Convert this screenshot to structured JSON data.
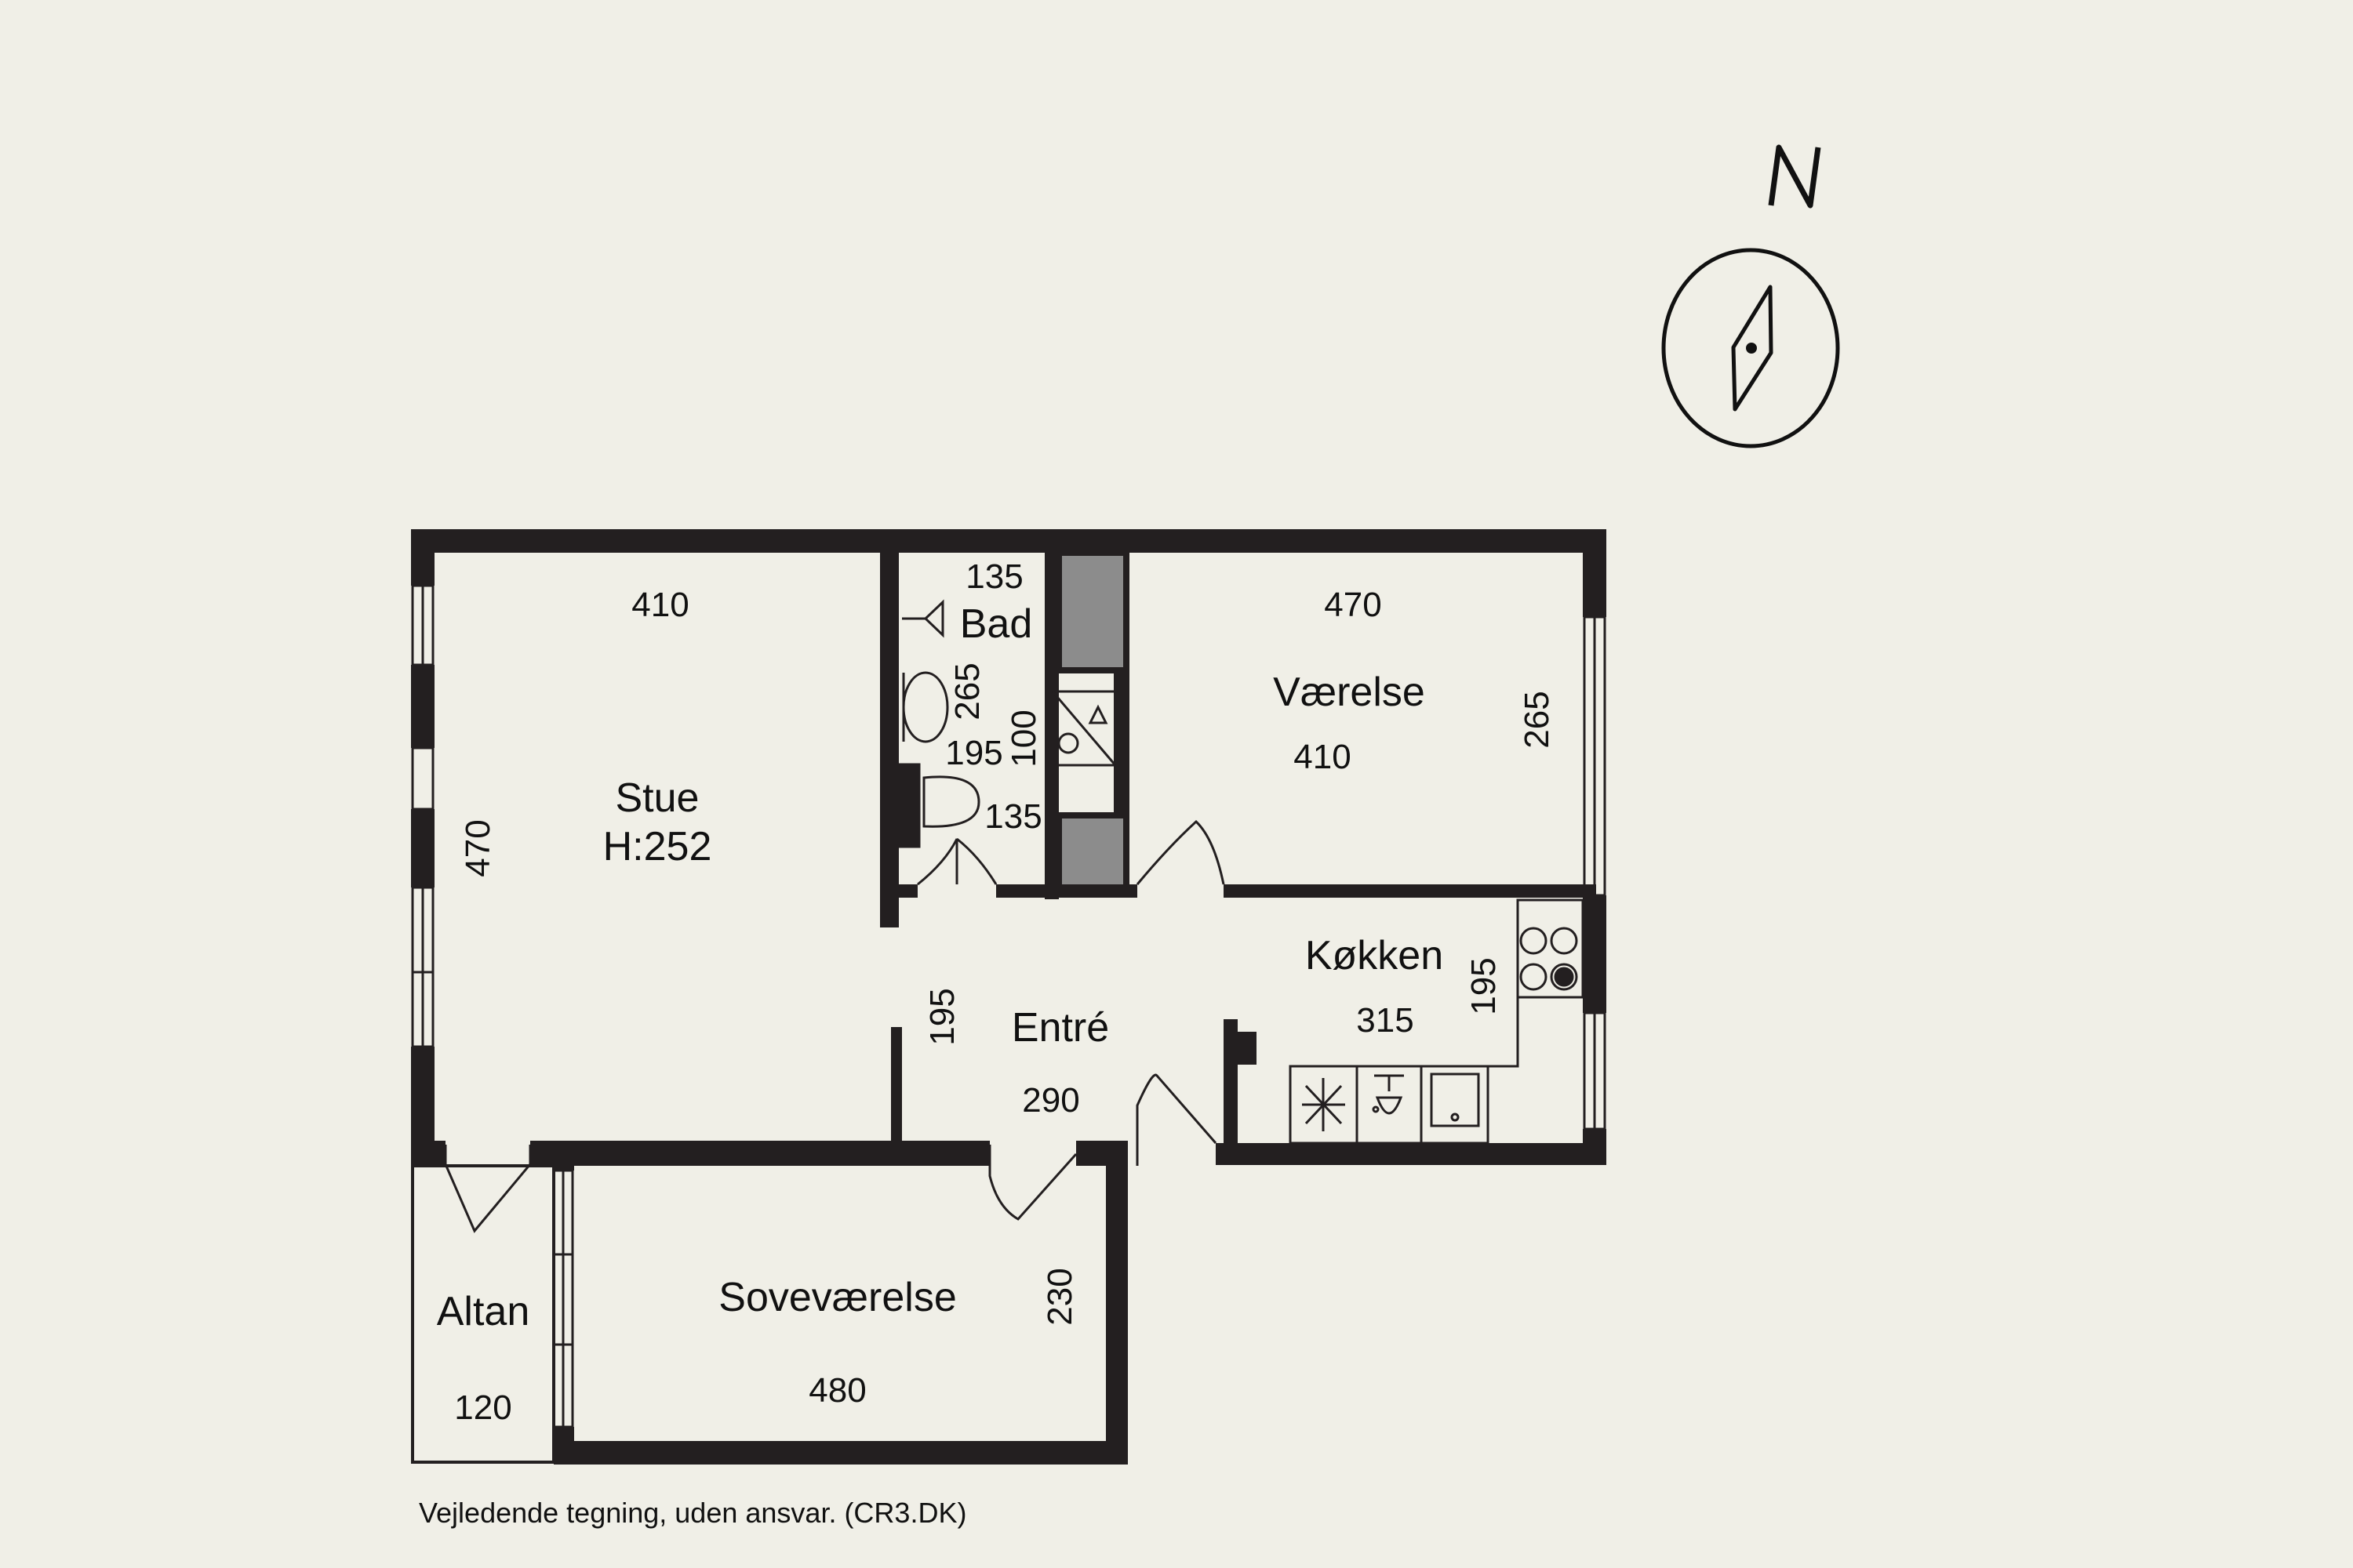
{
  "compass": {
    "north_label": "N"
  },
  "rooms": {
    "stue": {
      "name": "Stue",
      "height": "H:252",
      "width": "410",
      "depth": "470"
    },
    "bad": {
      "name": "Bad",
      "dims": [
        "135",
        "265",
        "195",
        "100",
        "135"
      ]
    },
    "vaerelse": {
      "name": "Værelse",
      "width_top": "470",
      "width": "410",
      "depth": "265"
    },
    "entre": {
      "name": "Entré",
      "depth": "195",
      "width": "290"
    },
    "kokken": {
      "name": "Køkken",
      "width": "315",
      "depth": "195"
    },
    "altan": {
      "name": "Altan",
      "width": "120"
    },
    "sovevaerelse": {
      "name": "Soveværelse",
      "width": "480",
      "depth": "230"
    }
  },
  "footer": {
    "disclaimer": "Vejledende tegning, uden ansvar. (CR3.DK)"
  },
  "colors": {
    "background": "#f0efe7",
    "wall": "#231f20",
    "column": "#8c8c8c"
  }
}
